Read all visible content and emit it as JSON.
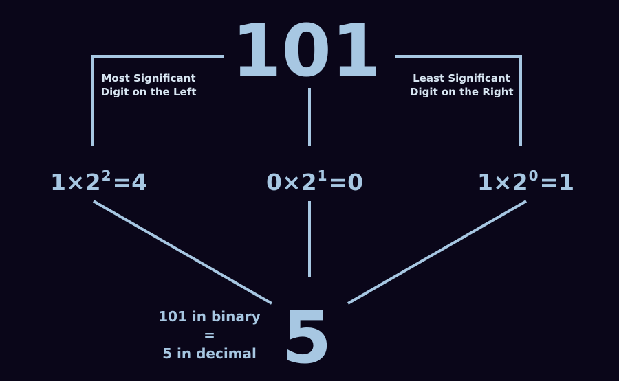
{
  "binary_number": "101",
  "labels": {
    "msd_line1": "Most Significant",
    "msd_line2": "Digit on the Left",
    "lsd_line1": "Least Significant",
    "lsd_line2": "Digit on the Right"
  },
  "terms": [
    {
      "digit": "1",
      "times": "×",
      "base": "2",
      "exponent": "2",
      "equals": "=",
      "result": "4"
    },
    {
      "digit": "0",
      "times": "×",
      "base": "2",
      "exponent": "1",
      "equals": "=",
      "result": "0"
    },
    {
      "digit": "1",
      "times": "×",
      "base": "2",
      "exponent": "0",
      "equals": "=",
      "result": "1"
    }
  ],
  "summary": {
    "line1": "101 in binary",
    "line2": "=",
    "line3": "5 in decimal"
  },
  "decimal_number": "5",
  "colors": {
    "background": "#0a0619",
    "accent": "#a7c7e2",
    "note_text": "#d8e6f2"
  }
}
